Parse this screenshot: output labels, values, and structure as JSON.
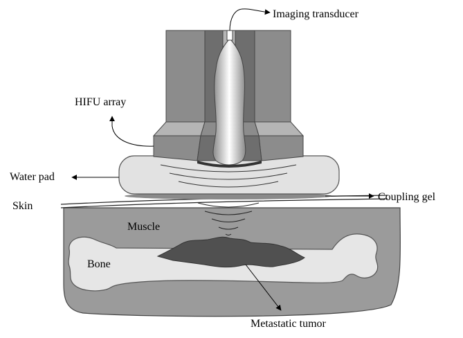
{
  "labels": {
    "imaging_transducer": "Imaging transducer",
    "hifu_array": "HIFU array",
    "water_pad": "Water pad",
    "coupling_gel": "Coupling gel",
    "skin": "Skin",
    "muscle": "Muscle",
    "bone": "Bone",
    "metastatic_tumor": "Metastatic tumor"
  },
  "colors": {
    "transducer_dark": "#6e6e6e",
    "transducer_mid": "#8c8c8c",
    "transducer_light": "#b5b5b5",
    "water_pad": "#e2e2e2",
    "coupling_gel": "#8a8a8a",
    "muscle": "#9b9b9b",
    "bone": "#e6e6e6",
    "tumor": "#505050"
  }
}
